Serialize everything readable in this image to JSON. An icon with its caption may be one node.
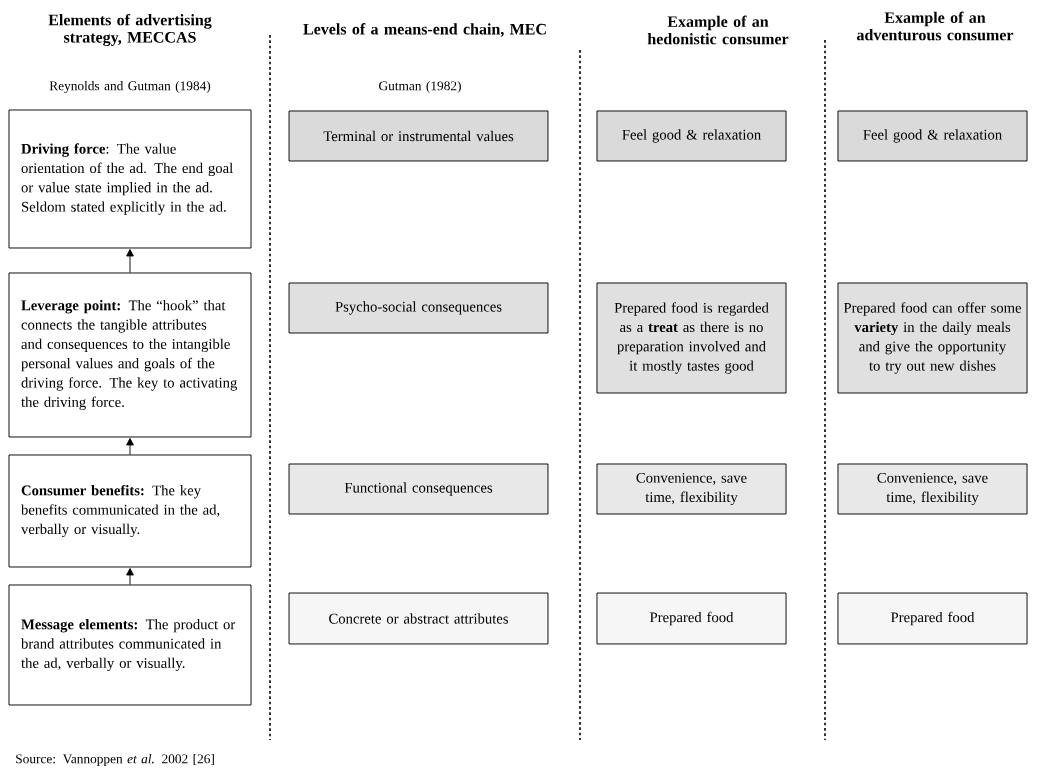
{
  "diagram": {
    "nodes": [
      {
        "text": [
          "**Driving force**: The value orientation of the ad. The end goal or value state implied in the ad. Seldom stated explicitly in the ad."
        ]
      },
      {
        "text": [
          "**Leverage point:** The “hook” that connects the tangible attributes and consequences to the intangible personal values and goals of the driving force. The key to activating the driving force."
        ]
      },
      {
        "text": [
          "**Consumer benefits:** The key benefits communicated in the ad, verbally or visually."
        ]
      },
      {
        "text": [
          "**Message elements:** The product or brand attributes communicated in the ad, verbally or visually."
        ]
      },
      {
        "text": [
          "Terminal or instrumental values"
        ]
      },
      {
        "text": [
          "Psycho-social consequences"
        ]
      },
      {
        "text": [
          "Functional consequences"
        ]
      },
      {
        "text": [
          "Concrete or abstract attributes"
        ]
      },
      {
        "text": [
          "Feel good & relaxation"
        ]
      },
      {
        "text": [
          "Prepared food is regarded as a **treat** as there is no preparation involved and it mostly tastes good"
        ]
      },
      {
        "text": [
          "Convenience, save time, flexibility"
        ]
      },
      {
        "text": [
          "Prepared food"
        ]
      },
      {
        "text": [
          "Feel good & relaxation"
        ]
      },
      {
        "text": [
          "Prepared food can offer some **variety** in the daily meals and give the opportunity to try out new dishes"
        ]
      },
      {
        "text": [
          "Convenience, save time, flexibility"
        ]
      },
      {
        "text": [
          "Prepared food"
        ]
      }
    ],
    "edges": [
      {
        "from": 1,
        "to": 0,
        "arrow": "to"
      },
      {
        "from": 2,
        "to": 1,
        "arrow": "to"
      },
      {
        "from": 3,
        "to": 2,
        "arrow": "to"
      }
    ],
    "labels": [
      "Elements of advertising strategy, MECCAS",
      "Levels of a means-end chain, MEC",
      "Example of an hedonistic consumer",
      "Example of an adventurous consumer",
      "Reynolds and Gutman (1984)",
      "Gutman (1982)",
      "Source: Vannoppen *et al.* 2002 [26]"
    ]
  }
}
